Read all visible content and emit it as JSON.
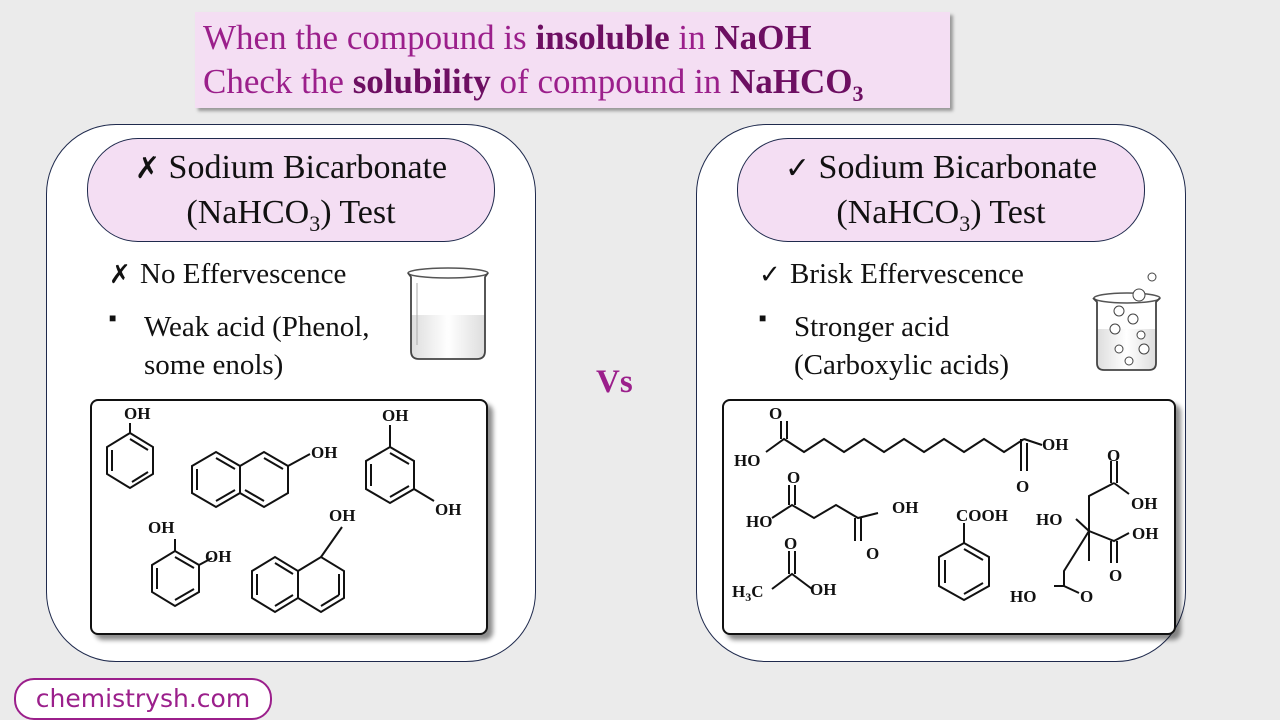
{
  "banner": {
    "line1": {
      "pre": "When the compound is ",
      "b1": "insoluble",
      "mid": " in ",
      "b2": "NaOH"
    },
    "line2": {
      "pre": "Check the ",
      "b1": "solubility",
      "mid": " of compound in ",
      "b2": "NaHCO",
      "sub": "3"
    }
  },
  "left": {
    "mark": "✗",
    "title_line1": "Sodium Bicarbonate",
    "title_pre": "(NaHCO",
    "title_sub": "3",
    "title_post": ") Test",
    "observation_mark": "✗",
    "observation": "No Effervescence",
    "bullet": "■",
    "acid_line1": "Weak acid (Phenol,",
    "acid_line2": "some enols)",
    "labels": {
      "phenol_oh": "OH",
      "naphthol2_oh": "OH",
      "resorcinol_oh1": "OH",
      "resorcinol_oh2": "OH",
      "catechol_oh1": "OH",
      "catechol_oh2": "OH",
      "naphthol1_oh": "OH"
    }
  },
  "right": {
    "mark": "✓",
    "title_line1": "Sodium Bicarbonate",
    "title_pre": "(NaHCO",
    "title_sub": "3",
    "title_post": ") Test",
    "observation_mark": "✓",
    "observation": "Brisk Effervescence",
    "bullet": "■",
    "acid_line1": "Stronger acid",
    "acid_line2": "(Carboxylic acids)",
    "labels": {
      "sebacic_o1": "O",
      "sebacic_ho": "HO",
      "sebacic_oh": "OH",
      "sebacic_o2": "O",
      "succinic_o1": "O",
      "succinic_ho": "HO",
      "succinic_oh": "OH",
      "succinic_o2": "O",
      "benzoic": "COOH",
      "acetic_o": "O",
      "acetic_h3c": "H",
      "acetic_h3c_sub": "3",
      "acetic_c": "C",
      "acetic_oh": "OH",
      "citric_o1": "O",
      "citric_oh1": "OH",
      "citric_ho": "HO",
      "citric_oh2": "OH",
      "citric_o2": "O",
      "citric_ho2": "HO",
      "citric_o3": "O"
    }
  },
  "vs": "Vs",
  "site": "chemistrysh.com",
  "colors": {
    "accent": "#9b1f8b",
    "accent_dark": "#6d0f62",
    "pill": "#f4def3",
    "border": "#1f2a4d"
  }
}
